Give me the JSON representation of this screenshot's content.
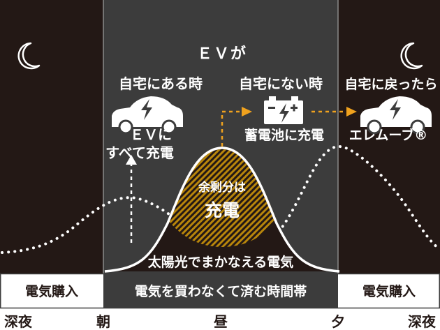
{
  "ev_heading": "ＥＶが",
  "states": {
    "home": "自宅にある時",
    "away": "自宅にない時",
    "return": "自宅に戻ったら"
  },
  "ev_charge": [
    "ＥＶに",
    "すべて充電"
  ],
  "battery_charge": "蓄電池に充電",
  "product_name": "エレムーブ®",
  "surplus": [
    "余剰分は",
    "充電"
  ],
  "solar_label": "太陽光でまかなえる電気",
  "bottom_bar": {
    "left": "電気購入",
    "center": "電気を買わなくて済む時間帯",
    "right": "電気購入"
  },
  "time_labels": [
    "深夜",
    "朝",
    "昼",
    "夕",
    "深夜"
  ],
  "icons": {
    "moon": "crescent-moon",
    "car": "ev-car",
    "battery": "storage-battery"
  },
  "colors": {
    "night": "#231815",
    "day": "#3c3c3c",
    "accent": "#f0a21e",
    "hatch": "#b8860b",
    "white": "#ffffff"
  }
}
